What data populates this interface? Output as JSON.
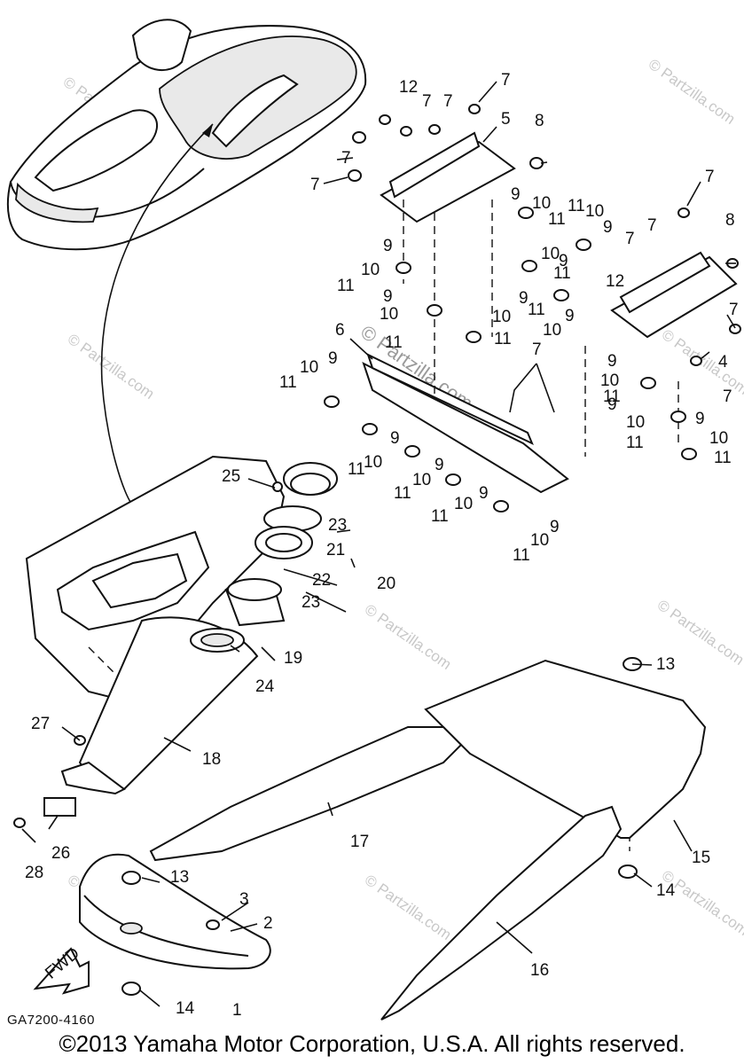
{
  "diagram": {
    "code_label": "GA7200-4160",
    "copyright": "©2013 Yamaha Motor Corporation, U.S.A. All rights reserved.",
    "watermark_center": "© Partzilla.com",
    "watermark_small": "© Partzilla.com",
    "direction_label": "FWD",
    "callouts": [
      "1",
      "2",
      "3",
      "4",
      "5",
      "6",
      "7",
      "8",
      "9",
      "10",
      "11",
      "12",
      "13",
      "14",
      "15",
      "16",
      "17",
      "18",
      "19",
      "20",
      "21",
      "22",
      "23",
      "24",
      "25",
      "26",
      "27",
      "28"
    ]
  }
}
